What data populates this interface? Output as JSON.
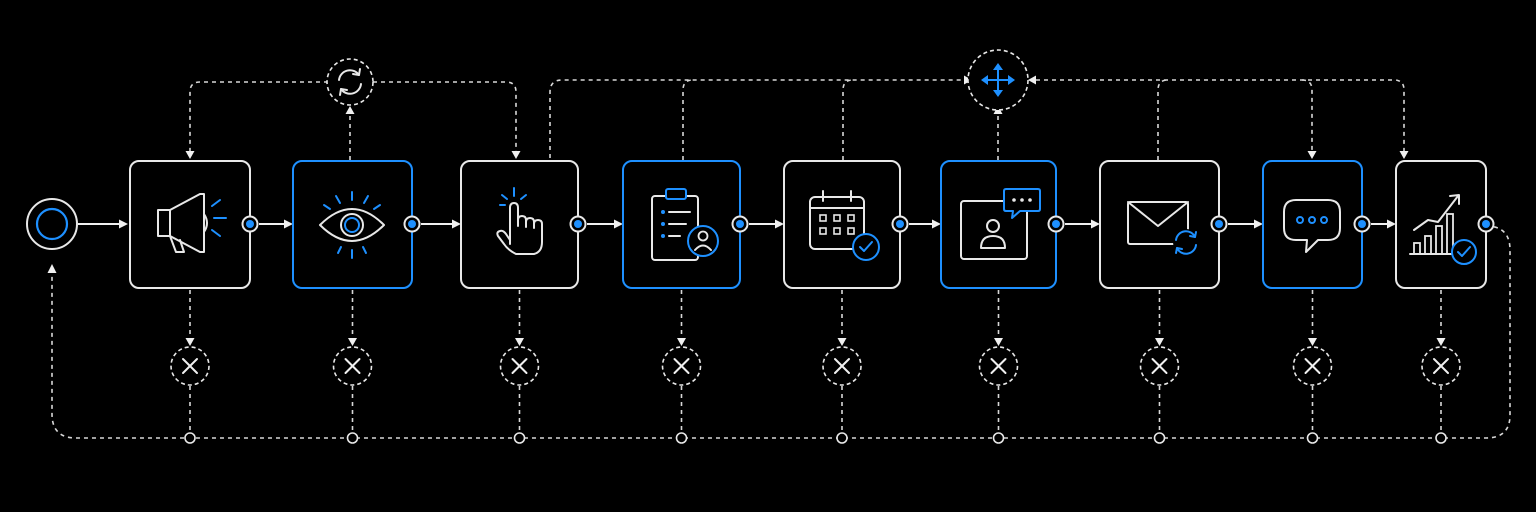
{
  "colors": {
    "background": "#000000",
    "line": "#e8e8e8",
    "accent": "#1e90ff"
  },
  "nodes": [
    {
      "id": "announce",
      "icon": "megaphone-icon",
      "highlight": false
    },
    {
      "id": "view",
      "icon": "eye-icon",
      "highlight": true
    },
    {
      "id": "click",
      "icon": "pointer-hand-icon",
      "highlight": false
    },
    {
      "id": "form",
      "icon": "clipboard-user-icon",
      "highlight": true
    },
    {
      "id": "schedule",
      "icon": "calendar-check-icon",
      "highlight": false
    },
    {
      "id": "chat",
      "icon": "profile-chat-icon",
      "highlight": true
    },
    {
      "id": "email",
      "icon": "mail-refresh-icon",
      "highlight": false
    },
    {
      "id": "message",
      "icon": "speech-bubble-icon",
      "highlight": true
    },
    {
      "id": "growth",
      "icon": "growth-chart-check-icon",
      "highlight": false
    }
  ],
  "hubs": [
    {
      "id": "refresh-hub",
      "icon": "refresh-icon"
    },
    {
      "id": "distribute-hub",
      "icon": "four-way-arrows-icon"
    }
  ],
  "start": {
    "icon": "start-circle-icon"
  },
  "exit_icon": "close-icon"
}
